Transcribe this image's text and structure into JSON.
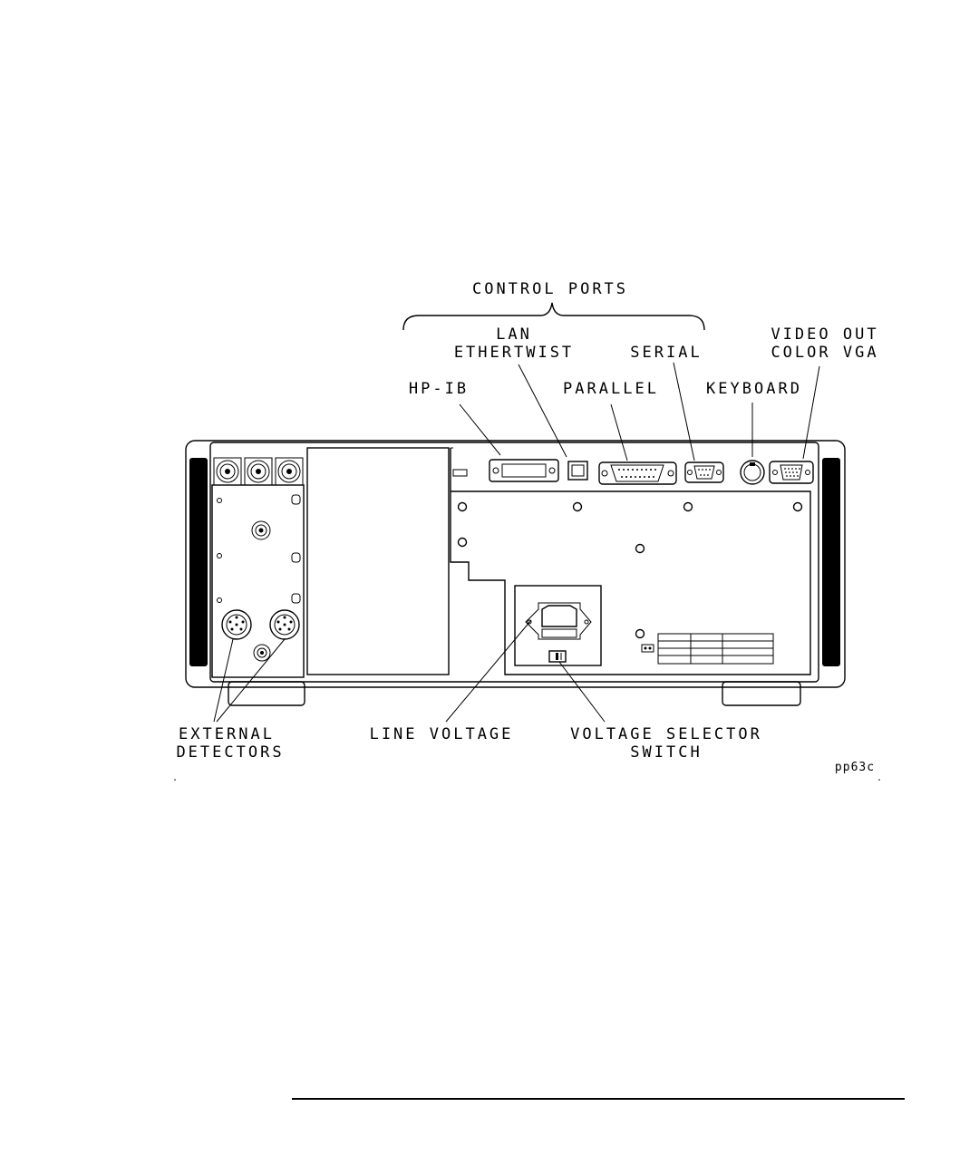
{
  "labels": {
    "control_ports": "CONTROL PORTS",
    "lan_line1": "LAN",
    "lan_line2": "ETHERTWIST",
    "serial": "SERIAL",
    "video_line1": "VIDEO OUT",
    "video_line2": "COLOR VGA",
    "hpib": "HP-IB",
    "parallel": "PARALLEL",
    "keyboard": "KEYBOARD",
    "external_line1": "EXTERNAL",
    "external_line2": "DETECTORS",
    "line_voltage": "LINE VOLTAGE",
    "voltage_selector_line1": "VOLTAGE SELECTOR",
    "voltage_selector_line2": "SWITCH",
    "figure_id": "pp63c"
  }
}
